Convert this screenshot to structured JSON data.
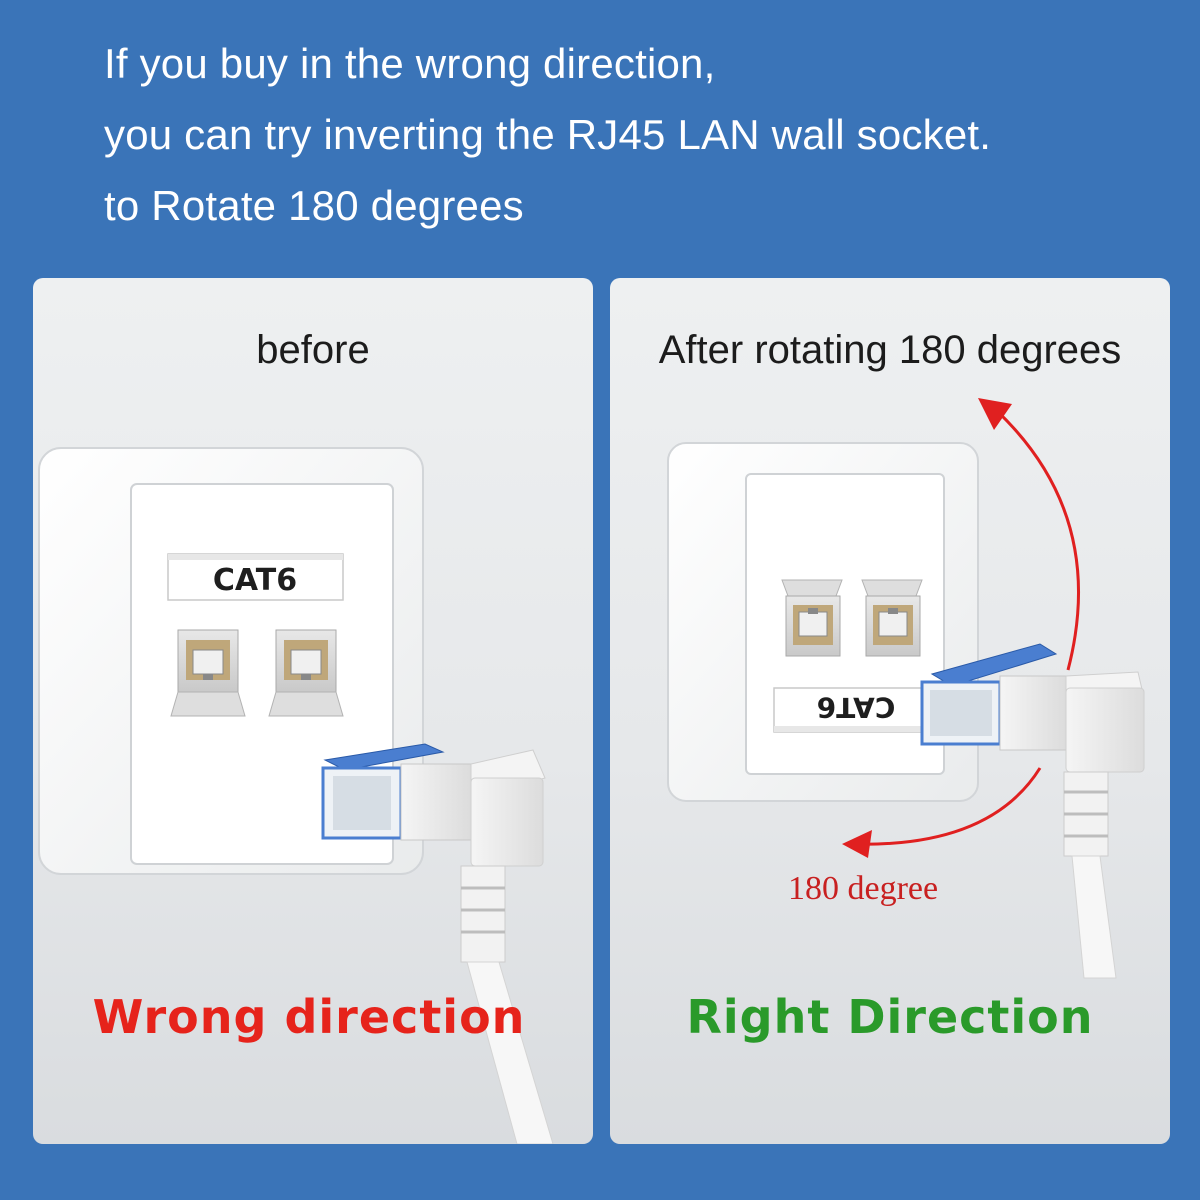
{
  "headline": {
    "line1": "If you buy in the wrong direction,",
    "line2": "you can try inverting the RJ45 LAN wall socket.",
    "line3": "to Rotate 180 degrees"
  },
  "left_panel": {
    "title": "before",
    "plate_label": "CAT6",
    "verdict": "Wrong direction"
  },
  "right_panel": {
    "title": "After rotating 180 degrees",
    "plate_label": "CAT6",
    "rotation_label": "180 degree",
    "verdict": "Right Direction"
  },
  "colors": {
    "background": "#3a74b8",
    "wrong": "#e6231b",
    "right": "#2a9a2a",
    "arrow": "#e02020"
  }
}
